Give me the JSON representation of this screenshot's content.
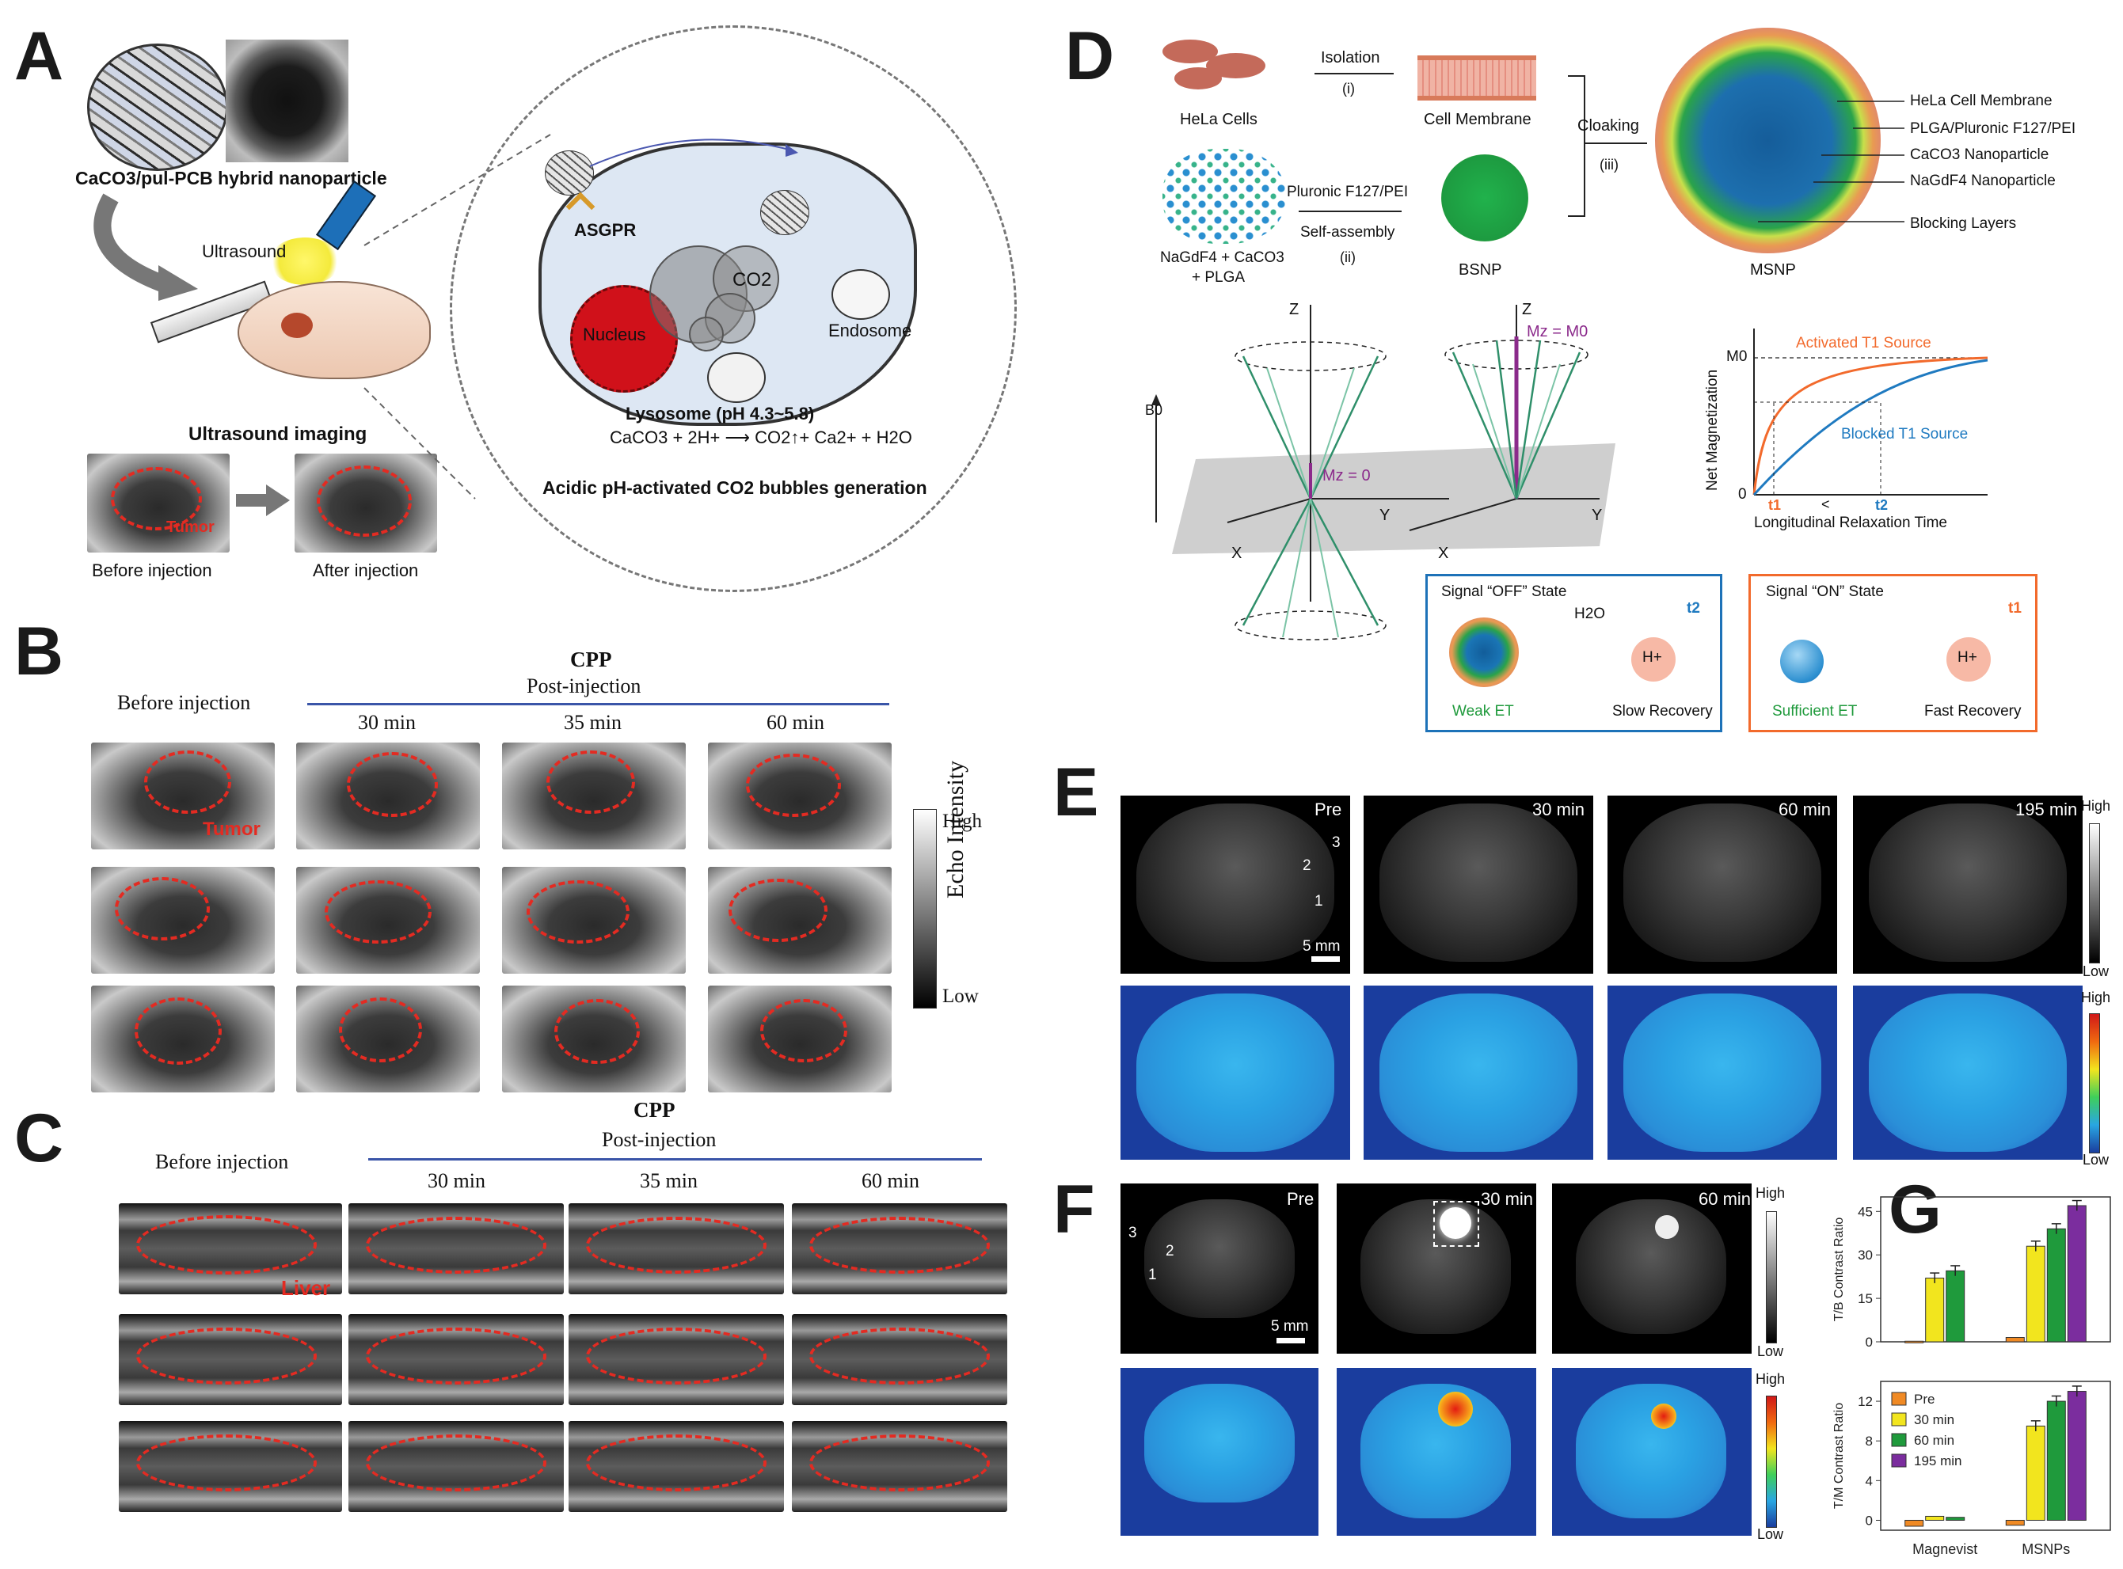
{
  "panels": {
    "A": {
      "label": "A",
      "nanoparticle_label": "CaCO3/pul-PCB hybrid nanoparticle",
      "ultrasound_label": "Ultrasound",
      "imaging_title": "Ultrasound imaging",
      "tumor_label": "Tumor",
      "before_label": "Before injection",
      "after_label": "After injection",
      "receptor_label": "ASGPR",
      "co2_label": "CO2",
      "nucleus_label": "Nucleus",
      "endosome_label": "Endosome",
      "lysosome_label": "Lysosome (pH 4.3~5.8)",
      "equation": "CaCO3 + 2H+ ⟶ CO2↑+ Ca2+ + H2O",
      "caption": "Acidic pH-activated CO2 bubbles generation"
    },
    "B": {
      "label": "B",
      "group_title": "CPP",
      "subtitle": "Post-injection",
      "before_col": "Before injection",
      "time_cols": [
        "30 min",
        "35 min",
        "60 min"
      ],
      "tumor_label": "Tumor",
      "colorbar": {
        "high": "High",
        "low": "Low",
        "title": "Echo Intensity"
      }
    },
    "C": {
      "label": "C",
      "group_title": "CPP",
      "subtitle": "Post-injection",
      "before_col": "Before injection",
      "time_cols": [
        "30 min",
        "35 min",
        "60 min"
      ],
      "liver_label": "Liver"
    },
    "D": {
      "label": "D",
      "hela_label": "HeLa Cells",
      "isolation_label": "Isolation",
      "isolation_step": "(i)",
      "membrane_label": "Cell Membrane",
      "cloaking_label": "Cloaking",
      "cloaking_step": "(iii)",
      "mix_label_1": "NaGdF4 + CaCO3",
      "mix_label_2": "+ PLGA",
      "pluronic_label": "Pluronic F127/PEI",
      "self_assembly_label": "Self-assembly",
      "self_assembly_step": "(ii)",
      "bsnp_label": "BSNP",
      "msnp_label": "MSNP",
      "legend": [
        "HeLa Cell Membrane",
        "PLGA/Pluronic F127/PEI",
        "CaCO3 Nanoparticle",
        "NaGdF4 Nanoparticle",
        "Blocking Layers"
      ],
      "axis_z": "Z",
      "axis_y": "Y",
      "axis_x": "X",
      "b0": "B0",
      "mz0": "Mz = 0",
      "mzm0": "Mz = M0",
      "curve_chart": {
        "ylabel": "Net Magnetization",
        "xlabel": "Longitudinal Relaxation Time",
        "m0": "M0",
        "zero": "0",
        "activated": "Activated T1 Source",
        "blocked": "Blocked T1 Source",
        "t1": "t1",
        "lt": "<",
        "t2": "t2"
      },
      "off_box": {
        "title": "Signal “OFF” State",
        "water": "H2O",
        "proton": "H+",
        "t": "t2",
        "left": "Weak ET",
        "right": "Slow Recovery"
      },
      "on_box": {
        "title": "Signal “ON” State",
        "proton": "H+",
        "t": "t1",
        "left": "Sufficient ET",
        "right": "Fast Recovery"
      }
    },
    "E": {
      "label": "E",
      "times": [
        "Pre",
        "30 min",
        "60 min",
        "195 min"
      ],
      "roi_labels": [
        "3",
        "2",
        "1"
      ],
      "scale": "5 mm",
      "gray_bar": {
        "high": "High",
        "low": "Low"
      },
      "color_bar": {
        "high": "High",
        "low": "Low"
      }
    },
    "F": {
      "label": "F",
      "times": [
        "Pre",
        "30 min",
        "60 min"
      ],
      "roi_labels": [
        "3",
        "2",
        "1"
      ],
      "scale": "5 mm",
      "gray_bar": {
        "high": "High",
        "low": "Low"
      },
      "color_bar": {
        "high": "High",
        "low": "Low"
      }
    },
    "G": {
      "label": "G"
    }
  },
  "chart_data": [
    {
      "type": "bar",
      "title": "",
      "xlabel": "",
      "ylabel": "T/B Contrast Ratio",
      "categories": [
        "Magnevist",
        "MSNPs"
      ],
      "ylim": [
        0,
        50
      ],
      "yticks": [
        0,
        15,
        30,
        45
      ],
      "series": [
        {
          "name": "Pre",
          "values": [
            0.2,
            1.5
          ],
          "color": "#f08a24"
        },
        {
          "name": "30 min",
          "values": [
            22,
            33
          ],
          "color": "#f2e51e"
        },
        {
          "name": "60 min",
          "values": [
            24.5,
            39
          ],
          "color": "#1f9a3c"
        },
        {
          "name": "195 min",
          "values": [
            null,
            47
          ],
          "color": "#7b2d9e"
        }
      ]
    },
    {
      "type": "bar",
      "title": "",
      "xlabel": "",
      "ylabel": "T/M Contrast Ratio",
      "categories": [
        "Magnevist",
        "MSNPs"
      ],
      "ylim": [
        -1,
        14
      ],
      "yticks": [
        0,
        4,
        8,
        12
      ],
      "legend_position": "top-left",
      "series": [
        {
          "name": "Pre",
          "values": [
            -0.6,
            -0.5
          ],
          "color": "#f08a24"
        },
        {
          "name": "30 min",
          "values": [
            0.4,
            9.5
          ],
          "color": "#f2e51e"
        },
        {
          "name": "60 min",
          "values": [
            0.3,
            12
          ],
          "color": "#1f9a3c"
        },
        {
          "name": "195 min",
          "values": [
            null,
            13
          ],
          "color": "#7b2d9e"
        }
      ]
    }
  ]
}
